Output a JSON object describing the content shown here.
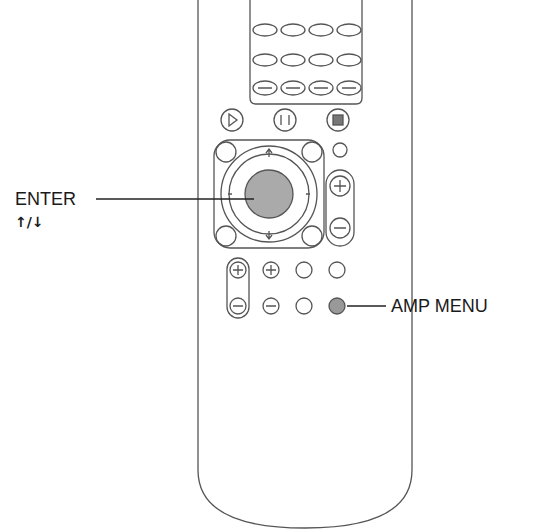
{
  "diagram": {
    "labels": [
      "ENTER",
      "↑/↓",
      "AMP MENU"
    ]
  }
}
